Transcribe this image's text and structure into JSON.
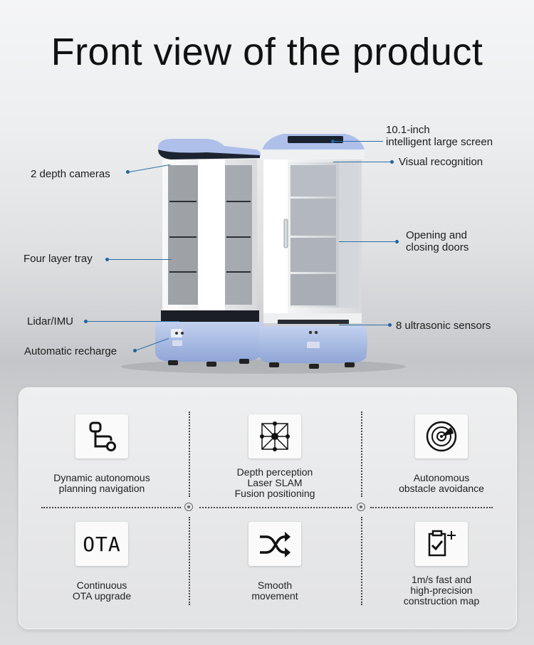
{
  "title": "Front view of the product",
  "callouts": {
    "screen_line1": "10.1-inch",
    "screen_line2": "intelligent large screen",
    "depth_cameras": "2 depth cameras",
    "visual_recognition": "Visual recognition",
    "doors_line1": "Opening and",
    "doors_line2": "closing doors",
    "tray": "Four layer tray",
    "lidar": "Lidar/IMU",
    "ultrasonic": "8 ultrasonic sensors",
    "recharge": "Automatic recharge"
  },
  "features": [
    {
      "icon": "planning-route-icon",
      "lines": [
        "Dynamic autonomous",
        "planning navigation"
      ]
    },
    {
      "icon": "laser-slam-grid-icon",
      "lines": [
        "Depth perception",
        "Laser SLAM",
        "Fusion positioning"
      ]
    },
    {
      "icon": "radar-icon",
      "lines": [
        "Autonomous",
        "obstacle avoidance"
      ]
    },
    {
      "icon": "ota-icon",
      "icon_text": "OTA",
      "lines": [
        "Continuous",
        "OTA upgrade"
      ]
    },
    {
      "icon": "shuffle-icon",
      "lines": [
        "Smooth",
        "movement"
      ]
    },
    {
      "icon": "clipboard-check-icon",
      "lines": [
        "1m/s fast and",
        "high-precision",
        "construction map"
      ]
    }
  ],
  "colors": {
    "accent_blue": "#1f63a3",
    "robot_blue": "#a9bde6"
  }
}
